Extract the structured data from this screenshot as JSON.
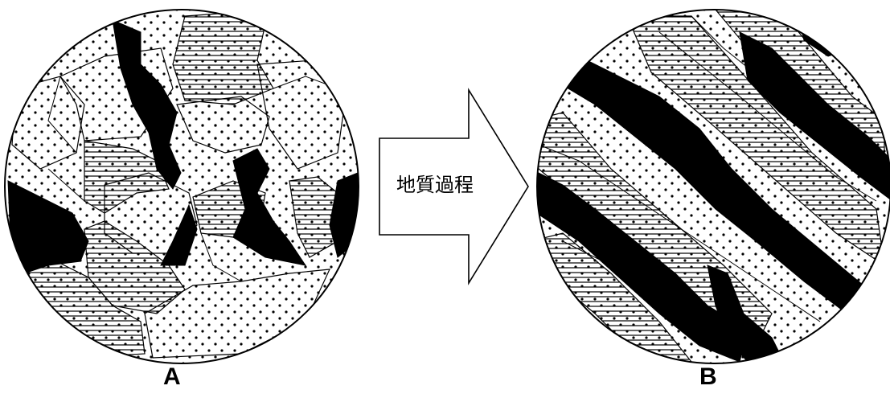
{
  "panels": [
    {
      "id": "A",
      "label": "A"
    },
    {
      "id": "B",
      "label": "B"
    }
  ],
  "arrow": {
    "text": "地質過程"
  },
  "legend_patterns": [
    "dots",
    "horizontal-lines",
    "solid-black"
  ]
}
